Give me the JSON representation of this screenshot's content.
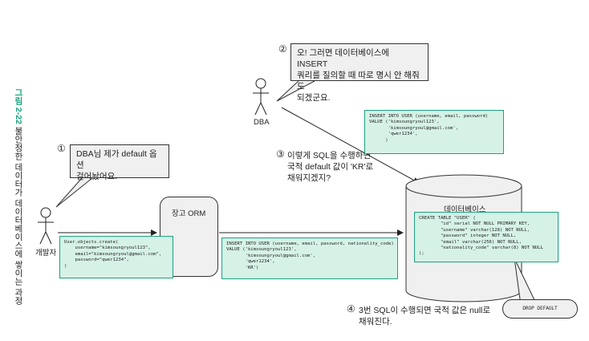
{
  "caption": {
    "number": "그림 2-22",
    "text": "불안정한 데이터가 데이터베이스에 쌓이는 과정"
  },
  "actors": {
    "developer": "개발자",
    "dba": "DBA"
  },
  "bubbles": {
    "developer": {
      "marker": "①",
      "text": "DBA님 제가 default 옵션\n걸어놨어요."
    },
    "dba": {
      "marker": "②",
      "text": "오! 그러면 데이터베이스에 INSERT\n쿼리를 질의할 때 따로 명시 안 해줘도\n되겠군요."
    }
  },
  "notes": {
    "step3": {
      "marker": "③",
      "text": "이렇게 SQL을 수행하면\n국적 default 값이 'KR'로\n채워지겠지?"
    },
    "step4": {
      "marker": "④",
      "text": "3번 SQL이 수행되면 국적 값은 null로\n채워진다."
    }
  },
  "orm_label": "장고 ORM",
  "database_label": "데이터베이스",
  "drop_default": "DROP DEFAULT",
  "code": {
    "orm_create": "User.objects.create(\n    username=\"kimsoungryoul123\",\n    email=\"kimsoungryoul@gmail.com\",\n    password=\"qwer1234\",\n)",
    "insert_with_nationality": "INSERT INTO USER (username, email, password, nationality_code)\nVALUE ('kimsoungryoul123',\n       'kimsoungryoul@gmail.com',\n       'qwer1234',\n       'KR')",
    "insert_without_nationality": "INSERT INTO USER (username, email, password)\nVALUE ('kimsoungryoul123',\n       'kimsoungryoul@gmail.com',\n       'qwer1234',\n      )",
    "create_table": "CREATE TABLE \"USER\" (\n        \"id\" serial NOT NULL PRIMARY KEY,\n        \"username\" varchar(128) NOT NULL,\n        \"password\" integer NOT NULL,\n        \"email\" varchar(256) NOT NULL,\n        \"nationality_code\" varchar(8) NOT NULL\n);"
  }
}
